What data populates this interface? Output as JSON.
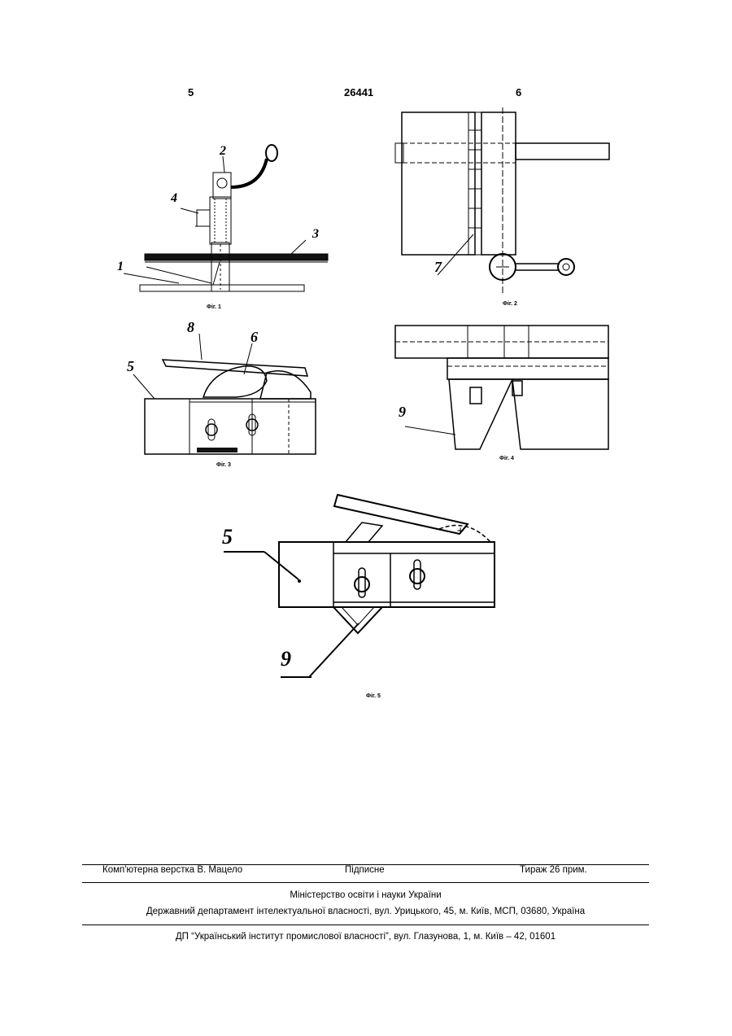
{
  "header": {
    "left_page": "5",
    "patent_number": "26441",
    "right_page": "6"
  },
  "figures": [
    {
      "id": "fig1",
      "caption": "Фіг. 1",
      "callouts": [
        "1",
        "2",
        "3",
        "4"
      ]
    },
    {
      "id": "fig2",
      "caption": "Фіг. 2",
      "callouts": [
        "7"
      ]
    },
    {
      "id": "fig3",
      "caption": "Фіг. 3",
      "callouts": [
        "5",
        "6",
        "8"
      ]
    },
    {
      "id": "fig4",
      "caption": "Фіг. 4",
      "callouts": [
        "9"
      ]
    },
    {
      "id": "fig5",
      "caption": "Фіг. 5",
      "callouts": [
        "5",
        "9"
      ]
    }
  ],
  "footer": {
    "layout": "Комп'ютерна верстка В. Мацело",
    "signed": "Підписне",
    "circulation": "Тираж 26 прим.",
    "ministry": "Міністерство освіти і науки України",
    "department": "Державний департамент інтелектуальної власності, вул. Урицького, 45, м. Київ, МСП, 03680, Україна",
    "institute": "ДП “Український інститут промислової власності”, вул. Глазунова, 1, м. Київ – 42, 01601"
  }
}
